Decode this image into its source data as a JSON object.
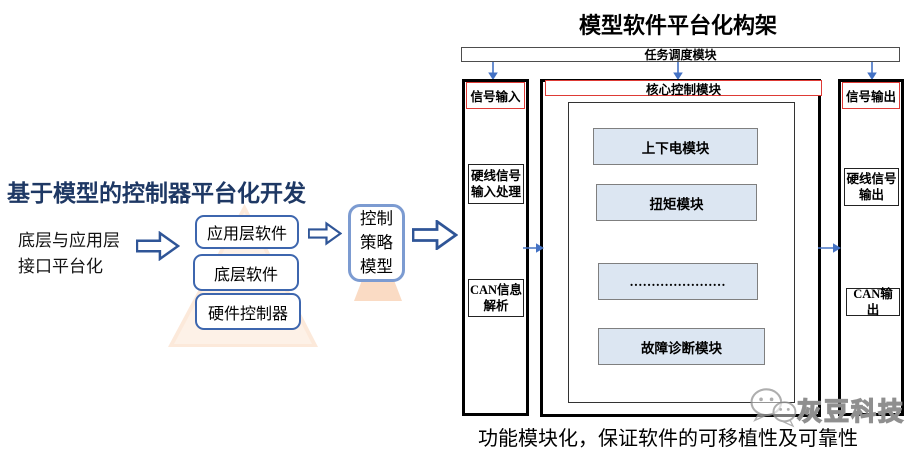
{
  "left_panel": {
    "title": "基于模型的控制器平台化开发",
    "note": {
      "line1": "底层与应用层",
      "line2": "接口平台化"
    },
    "stack_boxes": [
      "应用层软件",
      "底层软件",
      "硬件控制器"
    ],
    "model_box": {
      "line1": "控制",
      "line2": "策略",
      "line3": "模型"
    }
  },
  "architecture": {
    "title": "模型软件平台化构架",
    "scheduler_bar": "任务调度模块",
    "input_column": {
      "header": "信号输入",
      "hardwire": {
        "line1": "硬线信号",
        "line2": "输入处理"
      },
      "can": {
        "line1": "CAN信息",
        "line2": "解析"
      }
    },
    "core": {
      "header": "核心控制模块",
      "modules": [
        "上下电模块",
        "扭矩模块",
        "......................",
        "故障诊断模块"
      ]
    },
    "output_column": {
      "header": "信号输出",
      "hardwire": {
        "line1": "硬线信号",
        "line2": "输出"
      },
      "can": "CAN输出"
    },
    "caption": "功能模块化，保证软件的可移植性及可靠性"
  },
  "watermark": {
    "brand": "灰豆科技"
  },
  "colors": {
    "title_navy": "#1E3864",
    "stack_border_blue": "#3D66AE",
    "model_border_blue": "#7C9BD1",
    "hollow_arrow_blue": "#2F5597",
    "small_arrow_blue": "#4472C4",
    "red_accent": "#DE3A35",
    "module_fill": "#DCE6F2",
    "pyramid_peach": "#FCE9DA"
  }
}
